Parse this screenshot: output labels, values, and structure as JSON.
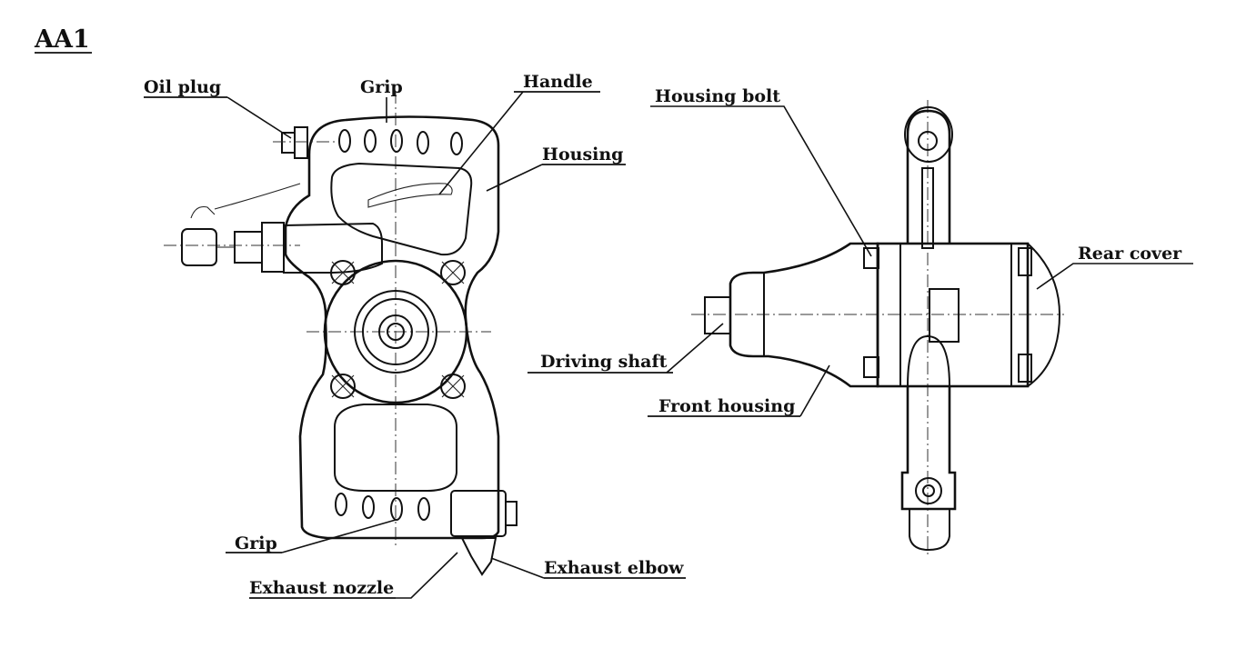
{
  "figure": {
    "title": "AA1",
    "labels": {
      "oil_plug": "Oil plug",
      "grip_top": "Grip",
      "handle": "Handle",
      "housing": "Housing",
      "grip_bottom": "Grip",
      "exhaust_nozzle": "Exhaust nozzle",
      "exhaust_elbow": "Exhaust elbow",
      "housing_bolt": "Housing bolt",
      "rear_cover": "Rear cover",
      "driving_shaft": "Driving shaft",
      "front_housing": "Front  housing"
    }
  }
}
